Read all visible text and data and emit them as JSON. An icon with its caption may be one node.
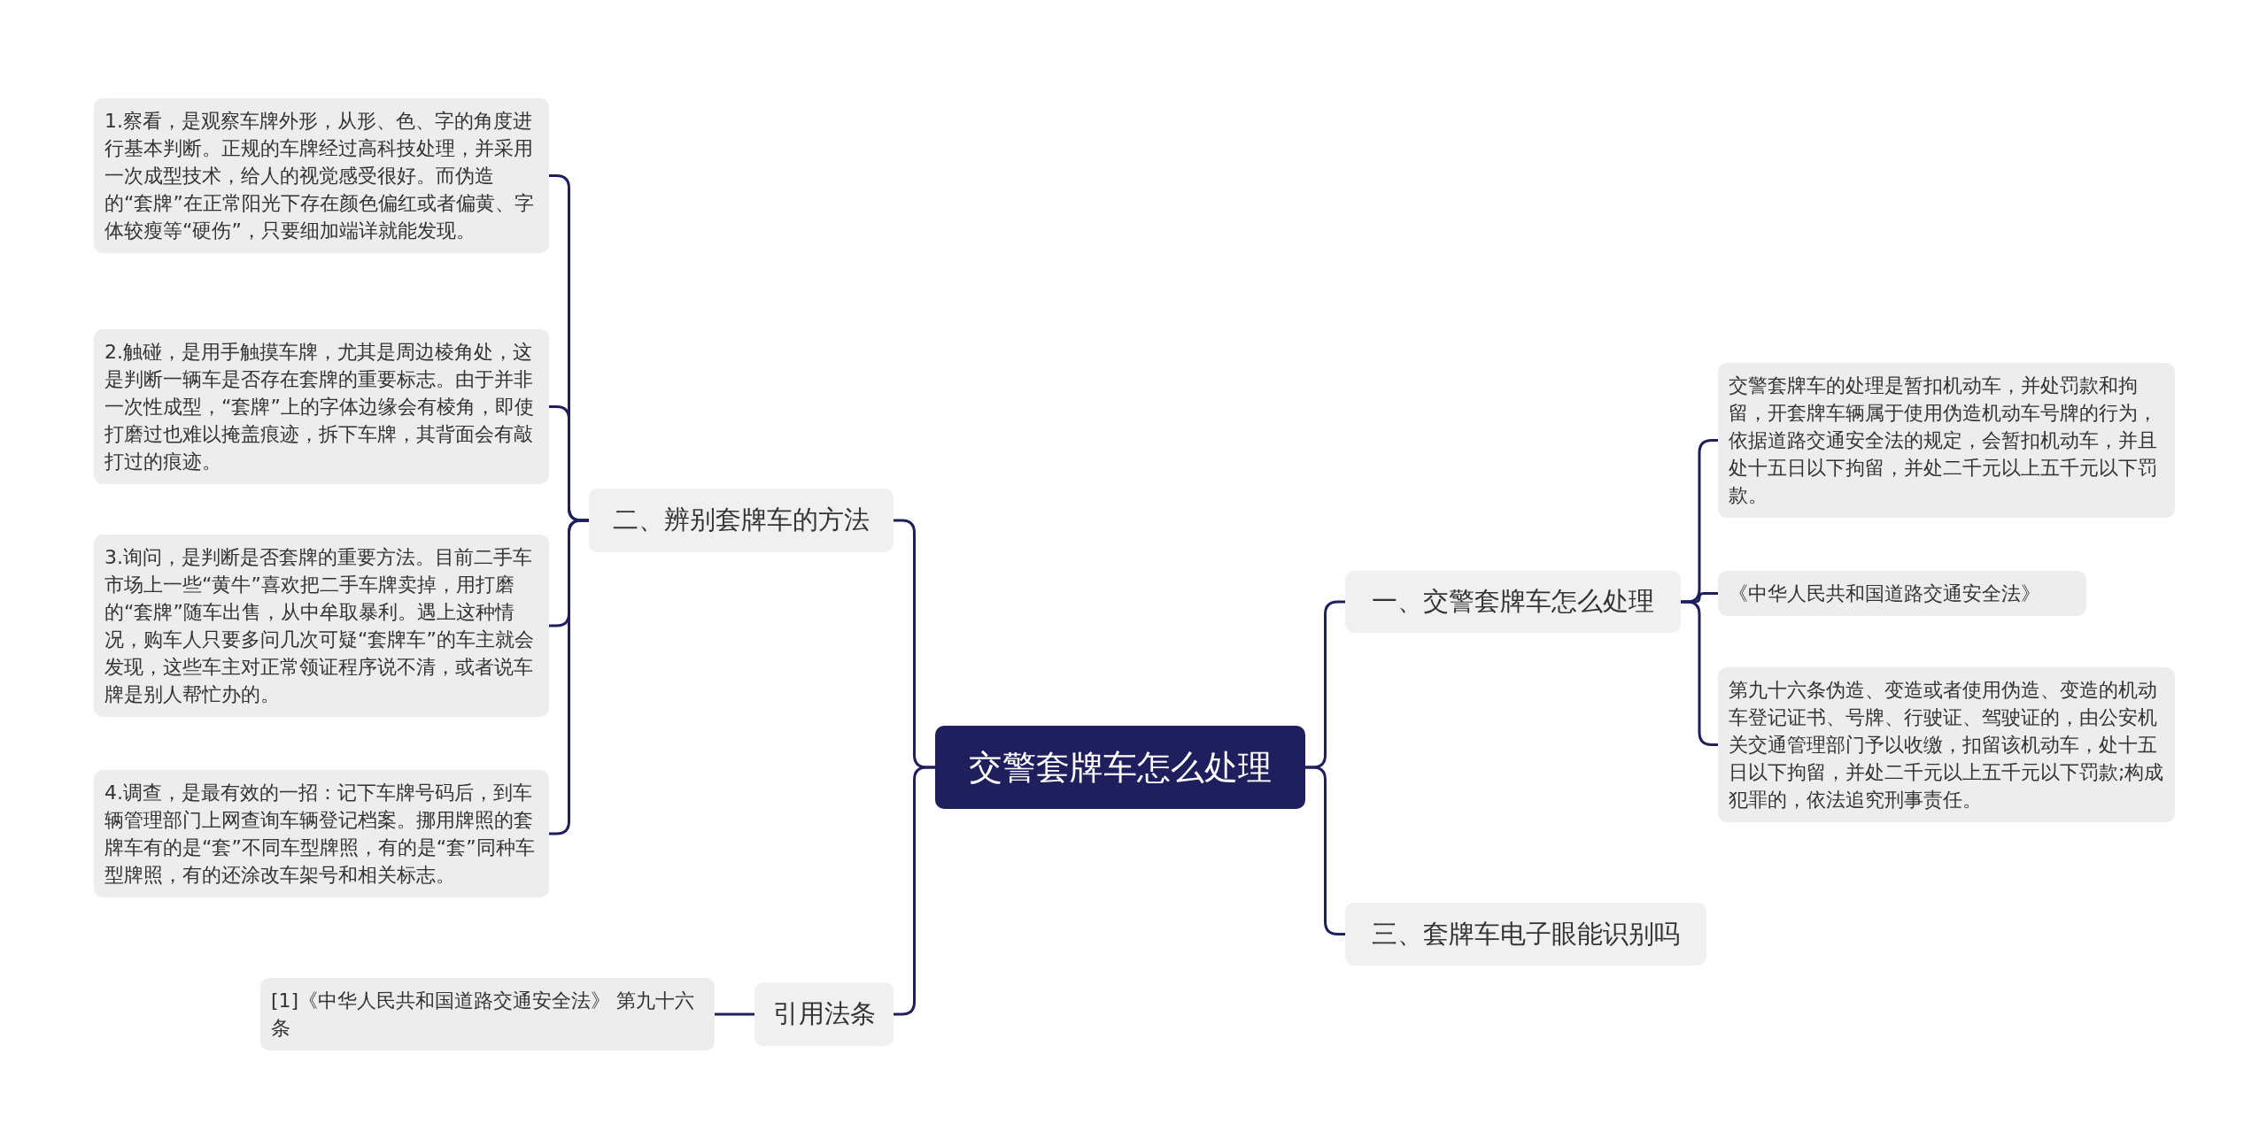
{
  "diagram": {
    "nodes": [
      {
        "text": [
          "交警套牌车怎么处理"
        ]
      },
      {
        "text": [
          "二、辨别套牌车的方法"
        ]
      },
      {
        "text": [
          "1.察看，是观察车牌外形，从形、色、字的角度进行基本判断。正规的车牌经过高科技处理，并采用一次成型技术，给人的视觉感受很好。而伪造的“套牌”在正常阳光下存在颜色偏红或者偏黄、字体较瘦等“硬伤”，只要细加端详就能发现。"
        ]
      },
      {
        "text": [
          "2.触碰，是用手触摸车牌，尤其是周边棱角处，这是判断一辆车是否存在套牌的重要标志。由于并非一次性成型，“套牌”上的字体边缘会有棱角，即使打磨过也难以掩盖痕迹，拆下车牌，其背面会有敲打过的痕迹。"
        ]
      },
      {
        "text": [
          "3.询问，是判断是否套牌的重要方法。目前二手车市场上一些“黄牛”喜欢把二手车牌卖掉，用打磨的“套牌”随车出售，从中牟取暴利。遇上这种情况，购车人只要多问几次可疑“套牌车”的车主就会发现，这些车主对正常领证程序说不清，或者说车牌是别人帮忙办的。"
        ]
      },
      {
        "text": [
          "4.调查，是最有效的一招：记下车牌号码后，到车辆管理部门上网查询车辆登记档案。挪用牌照的套牌车有的是“套”不同车型牌照，有的是“套”同种车型牌照，有的还涂改车架号和相关标志。"
        ]
      },
      {
        "text": [
          "引用法条"
        ]
      },
      {
        "text": [
          "[1]《中华人民共和国道路交通安全法》 第九十六条"
        ]
      },
      {
        "text": [
          "一、交警套牌车怎么处理"
        ]
      },
      {
        "text": [
          "交警套牌车的处理是暂扣机动车，并处罚款和拘留，开套牌车辆属于使用伪造机动车号牌的行为，依据道路交通安全法的规定，会暂扣机动车，并且处十五日以下拘留，并处二千元以上五千元以下罚款。"
        ]
      },
      {
        "text": [
          "《中华人民共和国道路交通安全法》"
        ]
      },
      {
        "text": [
          "第九十六条伪造、变造或者使用伪造、变造的机动车登记证书、号牌、行驶证、驾驶证的，由公安机关交通管理部门予以收缴，扣留该机动车，处十五日以下拘留，并处二千元以上五千元以下罚款;构成犯罪的，依法追究刑事责任。"
        ]
      },
      {
        "text": [
          "三、套牌车电子眼能识别吗"
        ]
      }
    ],
    "edges": [
      {
        "from": 0,
        "to": 1,
        "arrow": "none"
      },
      {
        "from": 1,
        "to": 2,
        "arrow": "none"
      },
      {
        "from": 1,
        "to": 3,
        "arrow": "none"
      },
      {
        "from": 1,
        "to": 4,
        "arrow": "none"
      },
      {
        "from": 1,
        "to": 5,
        "arrow": "none"
      },
      {
        "from": 0,
        "to": 6,
        "arrow": "none"
      },
      {
        "from": 6,
        "to": 7,
        "arrow": "none"
      },
      {
        "from": 0,
        "to": 8,
        "arrow": "none"
      },
      {
        "from": 8,
        "to": 9,
        "arrow": "none"
      },
      {
        "from": 8,
        "to": 10,
        "arrow": "none"
      },
      {
        "from": 8,
        "to": 11,
        "arrow": "none"
      },
      {
        "from": 0,
        "to": 12,
        "arrow": "none"
      }
    ]
  }
}
